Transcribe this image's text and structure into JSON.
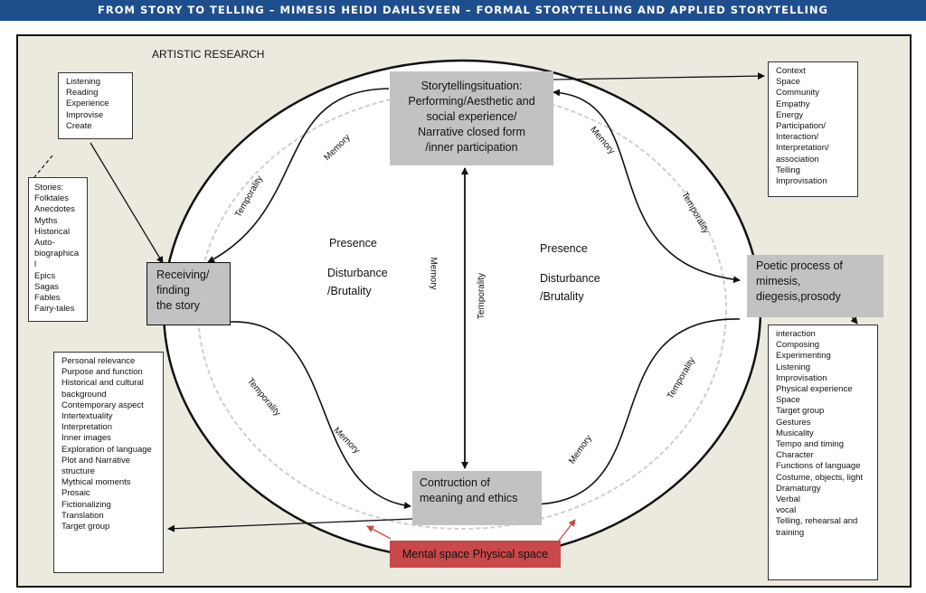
{
  "banner": "FROM STORY TO TELLING – MIMESIS HEIDI DAHLSVEEN – FORMAL STORYTELLING AND APPLIED STORYTELLING",
  "artistic_research": "ARTISTIC RESEARCH",
  "activities": [
    "Listening",
    "Reading",
    "Experience",
    "Improvise",
    "Create"
  ],
  "stories": [
    "Stories:",
    "Folktales",
    "Anecdotes",
    "Myths",
    "Historical",
    "Auto-",
    "biographica",
    "l",
    "Epics",
    "Sagas",
    "Fables",
    "Fairy-tales"
  ],
  "storytelling_situation": [
    "Storytellingsituation:",
    "Performing/Aesthetic and",
    "social experience/",
    "Narrative closed form",
    "/inner participation"
  ],
  "context": [
    "Context",
    "Space",
    "Community",
    "Empathy",
    "Energy",
    "Participation/",
    "Interaction/",
    "Interpretation/",
    "association",
    "Telling",
    "Improvisation"
  ],
  "receiving": [
    "Receiving/",
    "finding",
    "the story"
  ],
  "poetic": [
    "Poetic process of",
    "mimesis,",
    "diegesis,prosody"
  ],
  "personal": [
    "Personal relevance",
    "Purpose and function",
    "Historical and cultural",
    "background",
    "Contemporary aspect",
    "Intertextuality",
    "Interpretation",
    "Inner images",
    "Exploration of language",
    "Plot and Narrative",
    "structure",
    "Mythical moments",
    "Prosaic",
    "Fictionalizing",
    "Translation",
    "Target group"
  ],
  "interaction": [
    "interaction",
    "Composing",
    "Experimenting",
    "Listening",
    "Improvisation",
    "Physical experience",
    "Space",
    "Target group",
    "Gestures",
    "Musicality",
    "Tempo and timing",
    "Character",
    "Functions of language",
    "Costume, objects, light",
    "Dramaturgy",
    "Verbal",
    "vocal",
    "Telling, rehearsal and",
    "training"
  ],
  "construction": [
    "Contruction of",
    "meaning and ethics"
  ],
  "mental_space": "Mental space Physical space",
  "labels": {
    "memory": "Memory",
    "temporality": "Temporality",
    "presence": "Presence",
    "disturbance": "Disturbance",
    "brutality": "/Brutality"
  },
  "colors": {
    "banner": "#1f4e8c",
    "frame": "#ece9df",
    "grey_box": "#c2c2c2",
    "mental": "#c9484a",
    "arrow_red": "#c9484a"
  }
}
